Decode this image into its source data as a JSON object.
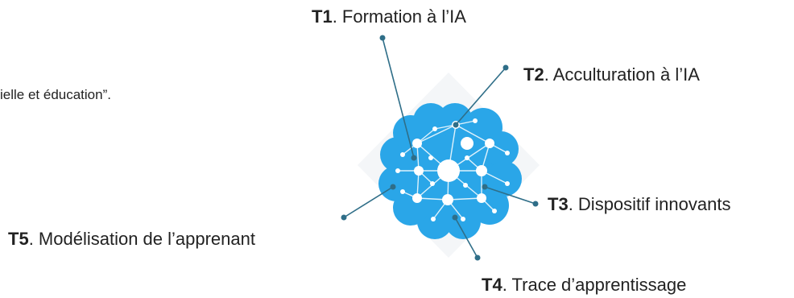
{
  "partial_text": "ielle et éducation”.",
  "topics": [
    {
      "code": "T1",
      "label": ". Formation à l’IA"
    },
    {
      "code": "T2",
      "label": ". Acculturation à l’IA"
    },
    {
      "code": "T3",
      "label": ". Dispositif innovants"
    },
    {
      "code": "T4",
      "label": ". Trace d’apprentissage"
    },
    {
      "code": "T5",
      "label": ". Modélisation de l’apprenant"
    }
  ],
  "colors": {
    "cloud": "#2aa6e8",
    "cloud_dark": "#1d8fd0",
    "node": "#ffffff",
    "leader_line": "#2f6e88",
    "text": "#222222"
  },
  "icon": "neural-network-cloud-icon"
}
